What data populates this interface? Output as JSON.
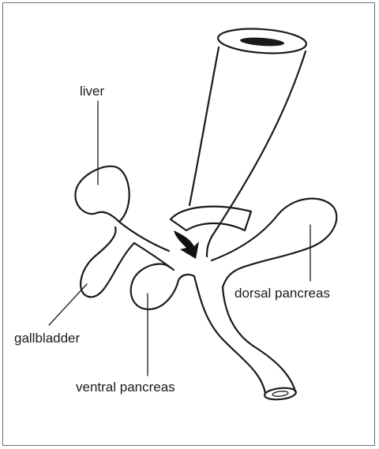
{
  "labels": {
    "liver": "liver",
    "dorsal_pancreas": "dorsal pancreas",
    "gallbladder": "gallbladder",
    "ventral_pancreas": "ventral pancreas"
  }
}
